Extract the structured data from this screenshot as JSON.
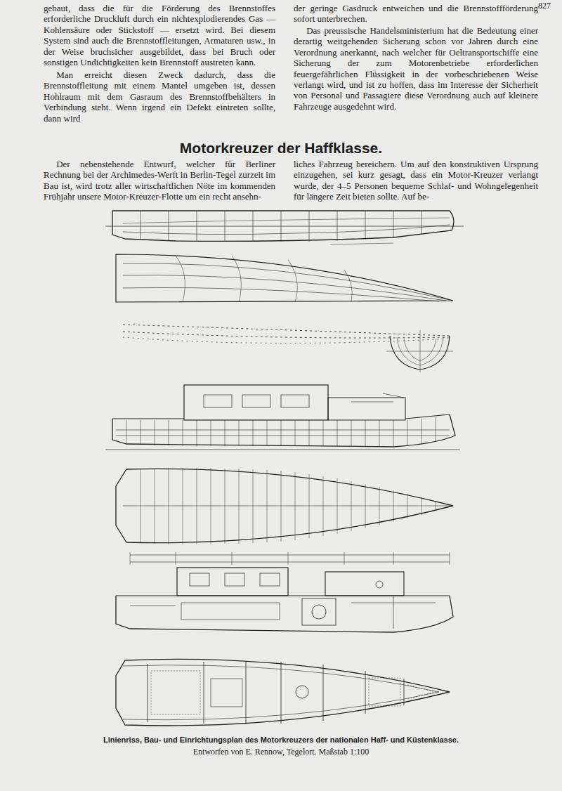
{
  "diagram": {
    "title": "Motorkreuzer der Haffklasse.",
    "caption": "Linienriss, Bau- und Einrichtungsplan des Motorkreuzers der nationalen Haff- und Küstenklasse.",
    "labels": [
      "827",
      "gebaut, dass die für die Förderung des Brennstoffes erforderliche Druckluft durch ein nichtexplodierendes Gas — Kohlensäure oder Stickstoff — ersetzt wird. Bei diesem System sind auch die Brennstoffleitungen, Armaturen usw., in der Weise bruchsicher ausgebildet, dass bei Bruch oder sonstigen Undichtigkeiten kein Brennstoff austreten kann.",
      "Man erreicht diesen Zweck dadurch, dass die Brennstoffleitung mit einem Mantel umgeben ist, dessen Hohlraum mit dem Gasraum des Brennstoffbehälters in Verbindung steht. Wenn irgend ein Defekt eintreten sollte, dann wird",
      "der geringe Gasdruck entweichen und die Brennstoffförderung sofort unterbrechen.",
      "Das preussische Handelsministerium hat die Bedeutung einer derartig weitgehenden Sicherung schon vor Jahren durch eine Verordnung anerkannt, nach welcher für Oeltransportschiffe eine Sicherung der zum Motorenbetriebe erforderlichen feuergefährlichen Flüssigkeit in der vorbeschriebenen Weise verlangt wird, und ist zu hoffen, dass im Interesse der Sicherheit von Personal und Passagiere diese Verordnung auch auf kleinere Fahrzeuge ausgedehnt wird.",
      "Der nebenstehende Entwurf, welcher für Berliner Rechnung bei der Archimedes-Werft in Berlin-Tegel zurzeit im Bau ist, wird trotz aller wirtschaftlichen Nöte im kommenden Frühjahr unsere Motor-Kreuzer-Flotte um ein recht ansehn-",
      "liches Fahrzeug bereichern. Um auf den konstruktiven Ursprung einzugehen, sei kurz gesagt, dass ein Motor-Kreuzer verlangt wurde, der 4–5 Personen bequeme Schlaf- und Wohngelegenheit für längere Zeit bieten sollte. Auf be-",
      "Entworfen von E. Rennow, Tegelort. Maßstab 1:100"
    ]
  }
}
